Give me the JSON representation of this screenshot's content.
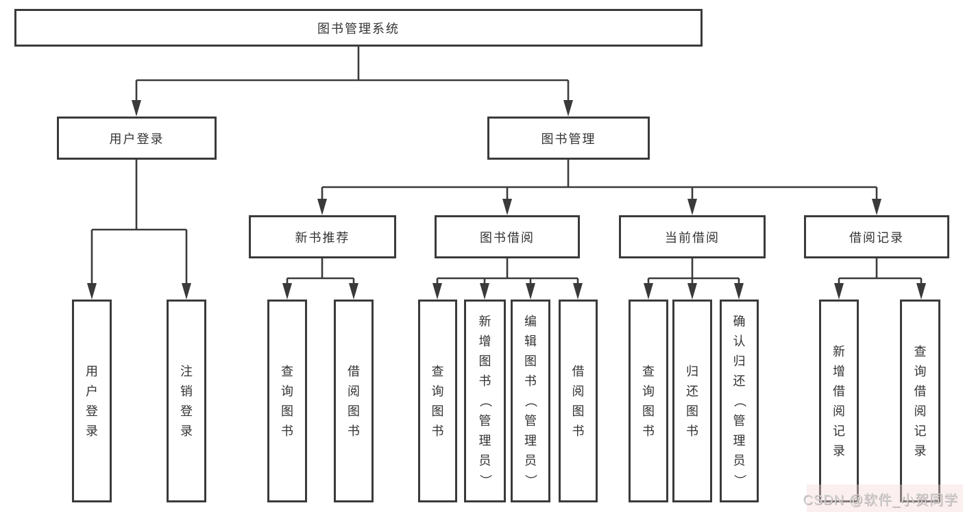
{
  "diagram": {
    "type": "tree",
    "title": "图书管理系统",
    "tree": {
      "root": "图书管理系统",
      "children": [
        {
          "label": "用户登录",
          "children": [
            "用户登录",
            "注销登录"
          ]
        },
        {
          "label": "图书管理",
          "children": [
            {
              "label": "新书推荐",
              "children": [
                "查询图书",
                "借阅图书"
              ]
            },
            {
              "label": "图书借阅",
              "children": [
                "查询图书",
                "新增图书（管理员）",
                "编辑图书（管理员）",
                "借阅图书"
              ]
            },
            {
              "label": "当前借阅",
              "children": [
                "查询图书",
                "归还图书",
                "确认归还（管理员）"
              ]
            },
            {
              "label": "借阅记录",
              "children": [
                "新增借阅记录",
                "查询借阅记录"
              ]
            }
          ]
        }
      ]
    },
    "colors": {
      "line": "#3a3a3a",
      "text": "#333333",
      "node_fill": "#ffffff",
      "background": "#ffffff",
      "watermark_text": "#d2d2d2",
      "watermark_tint": "#f4d6d6"
    }
  },
  "watermark": {
    "text": "CSDN @软件_小贺同学"
  }
}
